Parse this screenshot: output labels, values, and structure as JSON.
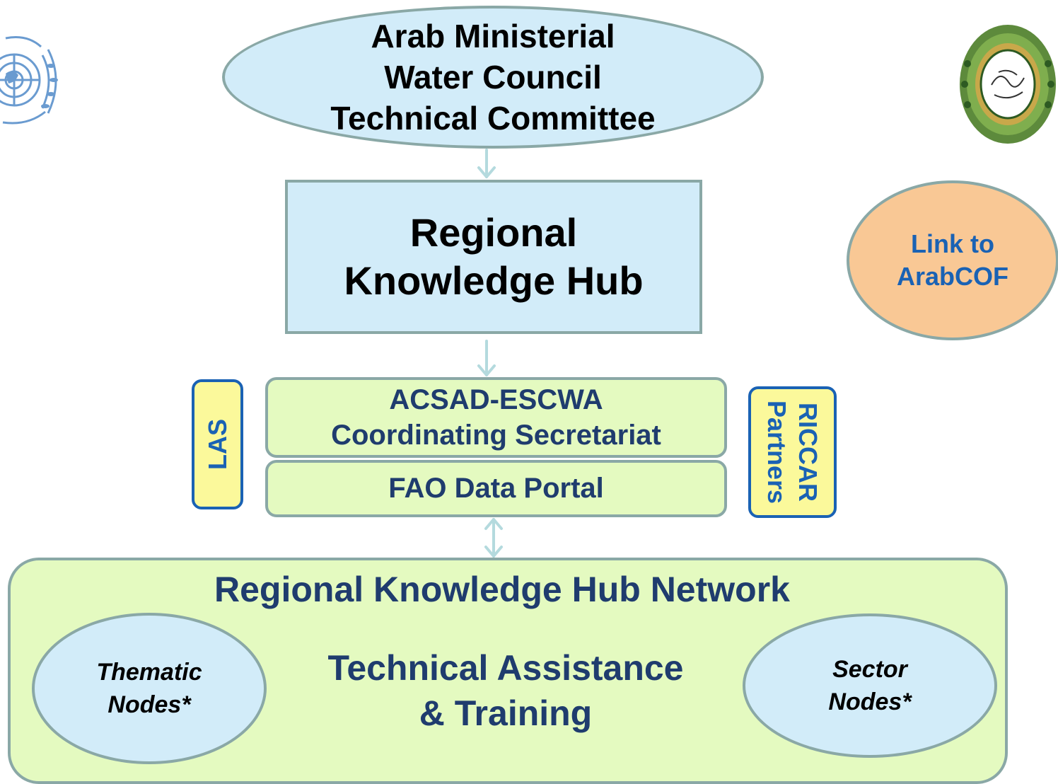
{
  "council": {
    "lines": [
      "Arab Ministerial",
      "Water Council",
      "Technical Committee"
    ]
  },
  "hub": {
    "lines": [
      "Regional",
      "Knowledge Hub"
    ]
  },
  "arabcof": {
    "lines": [
      "Link to",
      "ArabCOF"
    ]
  },
  "secretariat": {
    "lines": [
      "ACSAD-ESCWA",
      "Coordinating Secretariat"
    ]
  },
  "fao": {
    "label": "FAO Data Portal"
  },
  "las": {
    "label": "LAS"
  },
  "riccar": {
    "lines": [
      "RICCAR",
      "Partners"
    ]
  },
  "network": {
    "title": "Regional Knowledge Hub Network",
    "center_lines": [
      "Technical Assistance",
      "& Training"
    ],
    "thematic_lines": [
      "Thematic",
      "Nodes*"
    ],
    "sector_lines": [
      "Sector",
      "Nodes*"
    ]
  },
  "logos": {
    "left": "un-emblem-icon",
    "right": "arab-league-emblem-icon"
  },
  "colors": {
    "light_blue": "#d2ecf9",
    "light_green": "#e4fac0",
    "orange": "#f9c895",
    "yellow": "#fbf99b",
    "navy_text": "#1f3c6e",
    "blue_text": "#1a62b4",
    "border": "#8aa8a6",
    "arrow": "#b4dade"
  }
}
